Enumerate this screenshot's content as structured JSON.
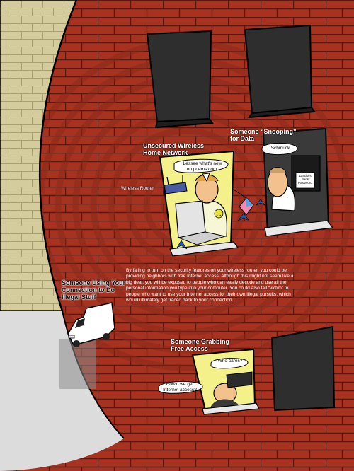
{
  "labels": {
    "unsecured_network": "Unsecured Wireless Home Network",
    "snooping": "Someone “Snooping” for Data",
    "illegal_stuff": "Someone Using Your Connection to Do Illegal Stuff",
    "grabbing_access": "Someone Grabbing Free Access",
    "wireless_router": "Wireless Router"
  },
  "bubbles": {
    "lessee": "Lessee what's new on poems.com.",
    "schmuck": "Schmuck",
    "who_cares": "Who cares?",
    "how_internet": "How'd we get Internet access?"
  },
  "sign_text": "Zandra's Bank Password",
  "description": "By failing to turn on the security features on your wireless router, you could be providing neighbors with free Internet access. Although this might not seem like a big deal, you will be exposed to people who can easily decode and use all the personal information you type into your computer. You could also fall “victim” to people who want to use your Internet access for their own illegal pursuits, which would ultimately get traced back to your connection.",
  "colors": {
    "brick": "#a7321f",
    "mortar": "#5a170f",
    "left_wall": "#d4cc9c",
    "road": "#d9d9d9",
    "window_dark": "#2e2e2e",
    "lamp_glow": "#f4f08a"
  }
}
